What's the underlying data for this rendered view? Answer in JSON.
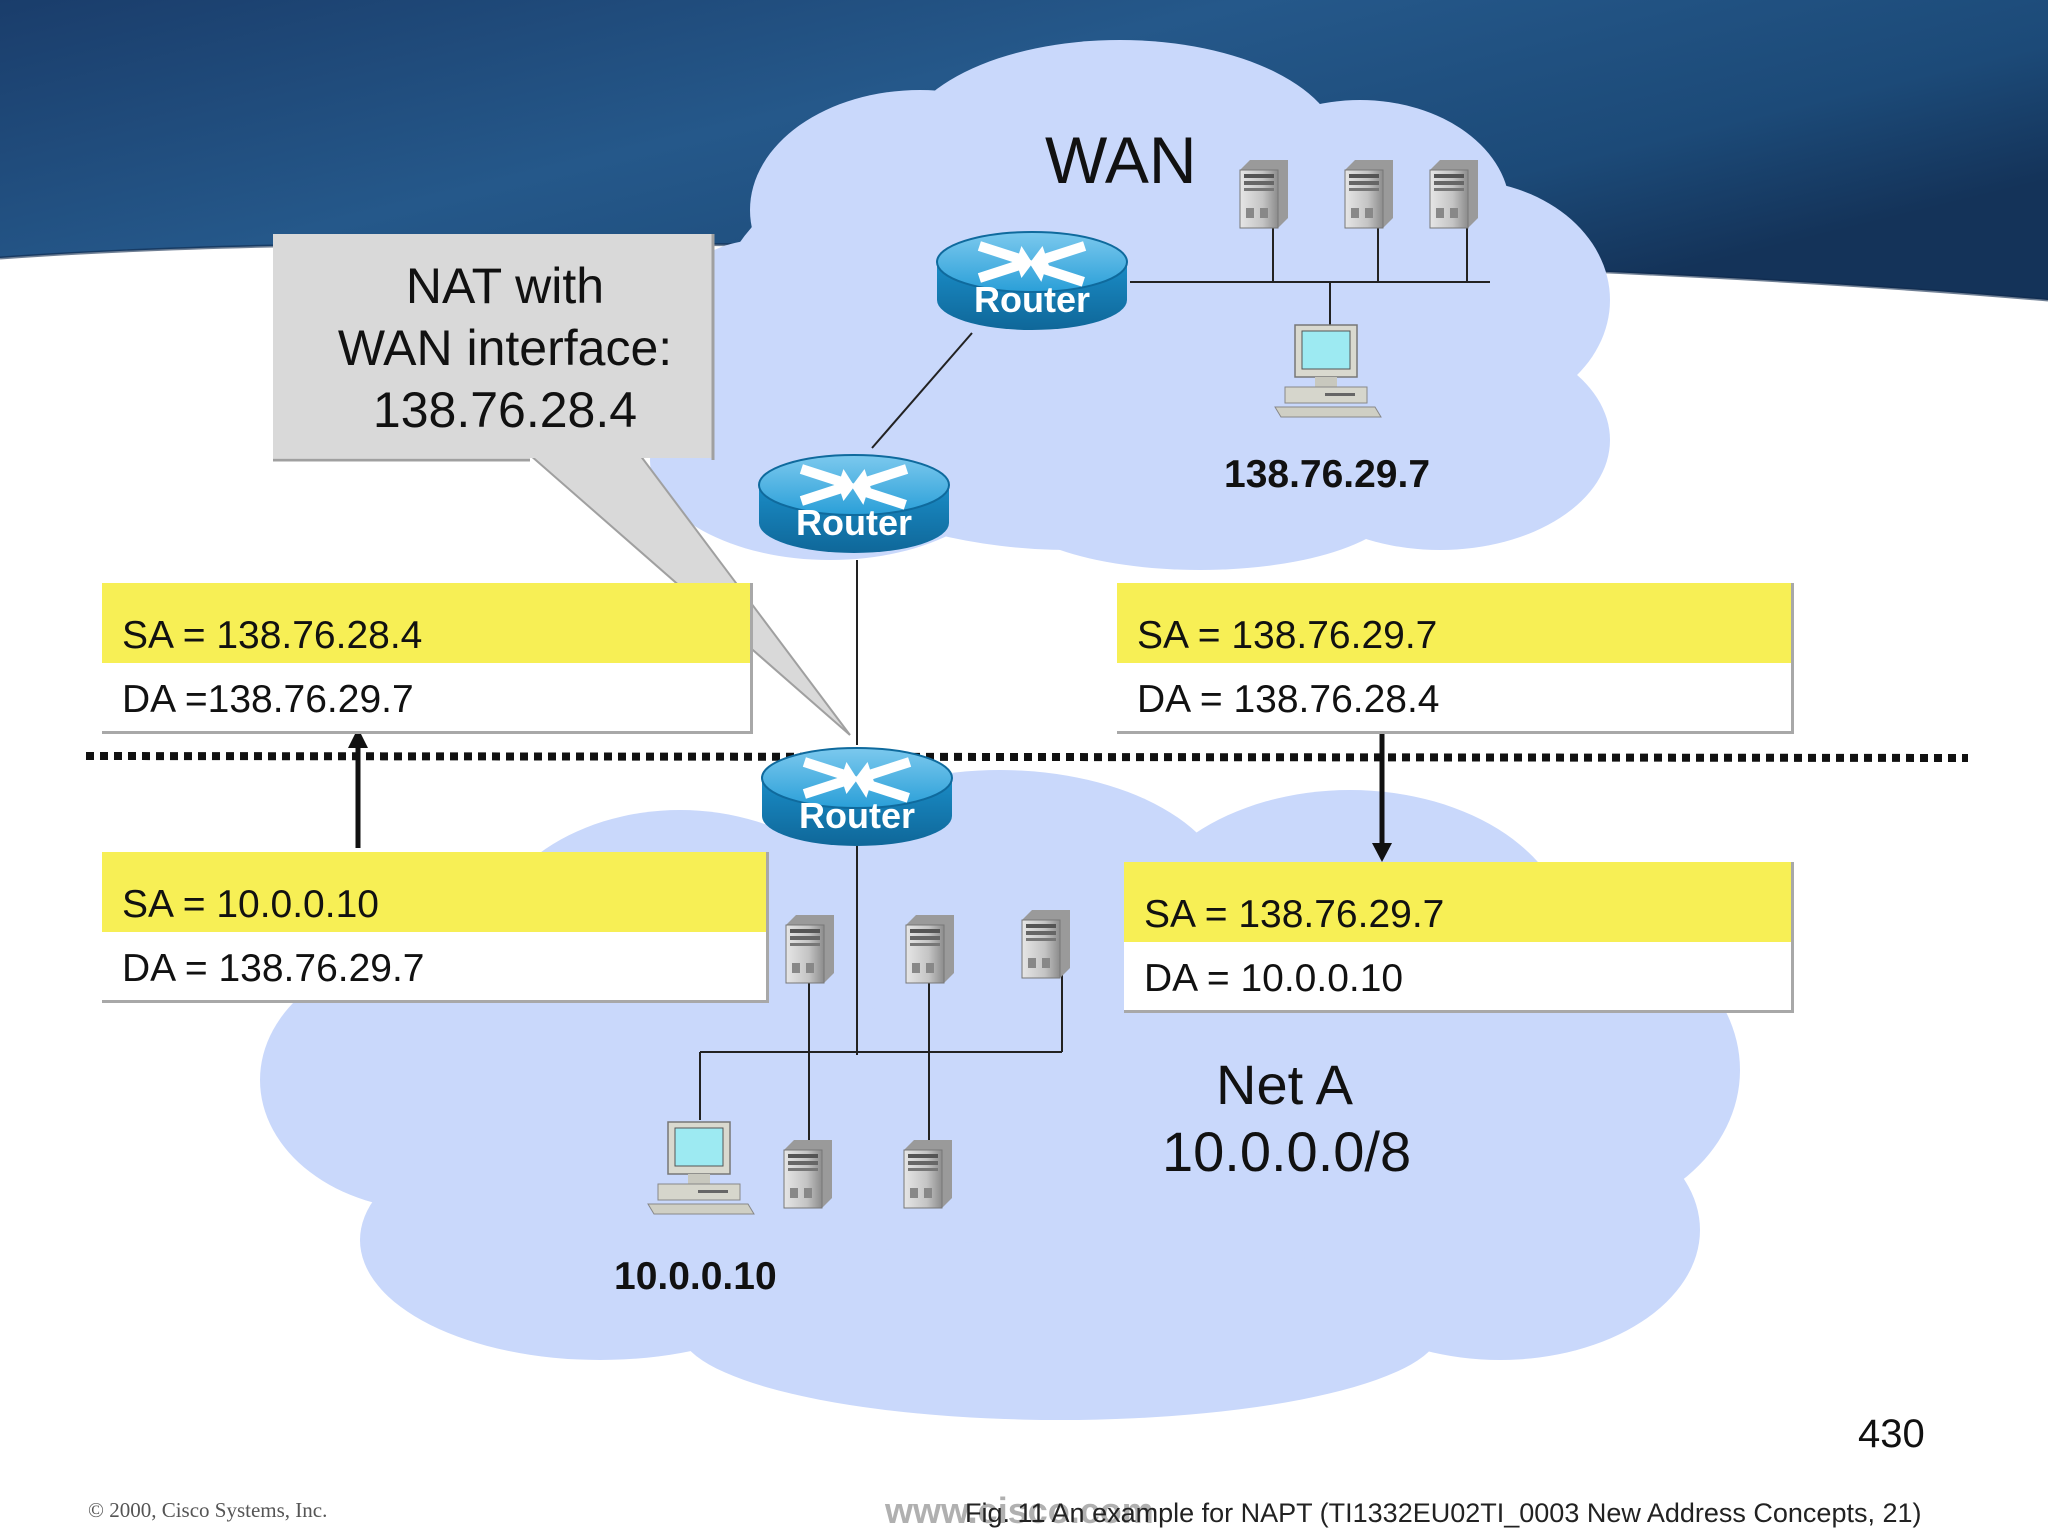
{
  "wan": {
    "title": "WAN"
  },
  "callout": {
    "line1": "NAT with",
    "line2": "WAN interface:",
    "line3": "138.76.28.4"
  },
  "routers": {
    "top": "Router",
    "middle": "Router",
    "nat": "Router"
  },
  "hosts": {
    "wan_pc_ip": "138.76.29.7",
    "lan_pc_ip": "10.0.0.10"
  },
  "packets": {
    "out_after": {
      "sa": "SA = 138.76.28.4",
      "da": "DA =138.76.29.7"
    },
    "out_before": {
      "sa": "SA = 10.0.0.10",
      "da": "DA = 138.76.29.7"
    },
    "in_before": {
      "sa": "SA = 138.76.29.7",
      "da": "DA = 138.76.28.4"
    },
    "in_after": {
      "sa": "SA = 138.76.29.7",
      "da": "DA = 10.0.0.10"
    }
  },
  "net_a": {
    "name": "Net A",
    "subnet": "10.0.0.0/8"
  },
  "slide": {
    "page_number": "430"
  },
  "footer": {
    "copyright": "© 2000, Cisco Systems, Inc.",
    "watermark": "www.cisco.com",
    "caption": "Fig. 11 An example for NAPT (TI1332EU02TI_0003 New Address Concepts, 21)"
  },
  "colors": {
    "cloud": "#c9d8fb",
    "packet_yellow": "#f7ef55",
    "router_blue": "#1b90c9",
    "banner_navy": "#1c3f6b"
  }
}
